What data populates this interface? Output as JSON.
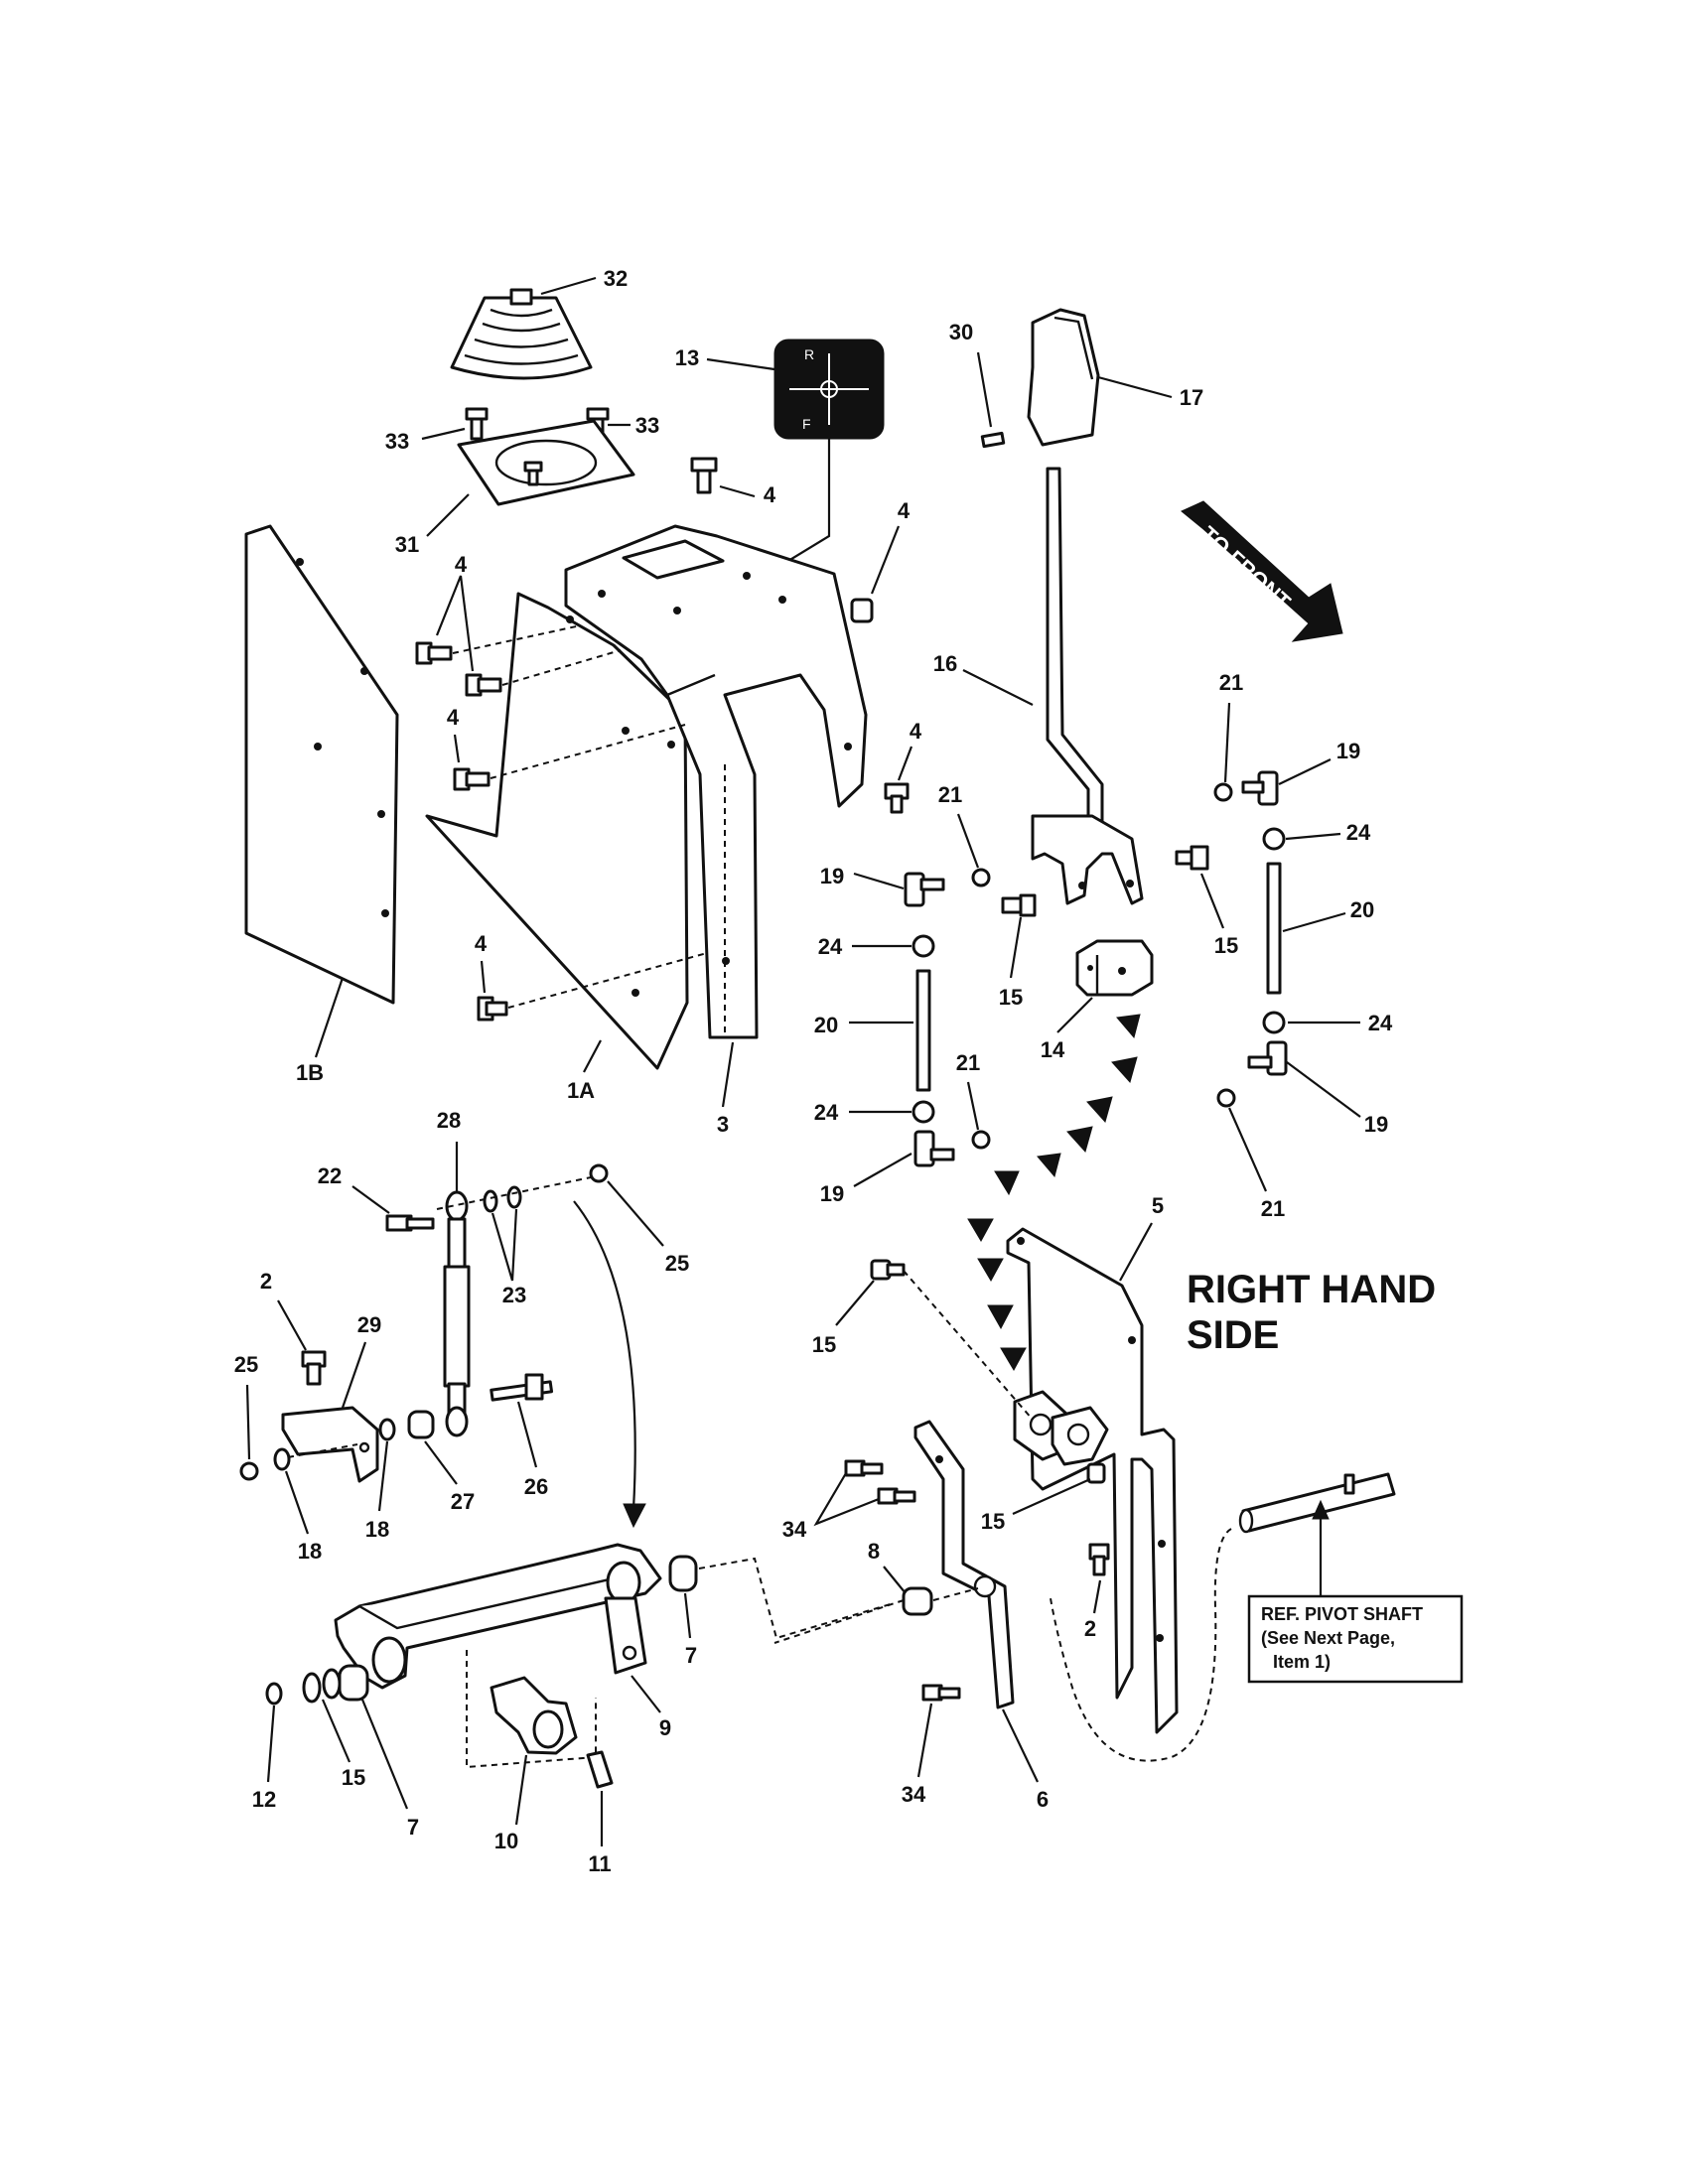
{
  "labels": {
    "l32": "32",
    "l13": "13",
    "l30": "30",
    "l17": "17",
    "l33a": "33",
    "l33b": "33",
    "l31": "31",
    "l4a": "4",
    "l4b": "4",
    "l4c": "4",
    "l4d": "4",
    "l4e": "4",
    "l4f": "4",
    "l16": "16",
    "l21a": "21",
    "l19a": "19",
    "l24a": "24",
    "l20a": "20",
    "l15a": "15",
    "l24b": "24",
    "l19b": "19",
    "l21b": "21",
    "l15b": "15",
    "l24c": "24",
    "l20b": "20",
    "l14": "14",
    "l21c": "21",
    "l24d": "24",
    "l19c": "19",
    "l21d": "21",
    "l1b": "1B",
    "l1a": "1A",
    "l3": "3",
    "l22": "22",
    "l28": "28",
    "l23": "23",
    "l25a": "25",
    "l5": "5",
    "l2a": "2",
    "l29": "29",
    "l25b": "25",
    "l15c": "15",
    "l26": "26",
    "l27": "27",
    "l18a": "18",
    "l18b": "18",
    "l34a": "34",
    "l15d": "15",
    "l8": "8",
    "l7a": "7",
    "l9": "9",
    "l2b": "2",
    "l12": "12",
    "l15e": "15",
    "l7b": "7",
    "l10": "10",
    "l11": "11",
    "l34b": "34",
    "l6": "6"
  },
  "side_label": {
    "line1": "RIGHT HAND",
    "line2": "SIDE"
  },
  "to_front": "TO FRONT",
  "decal": {
    "r": "R",
    "f": "F"
  },
  "ref_box": {
    "line1": "REF. PIVOT SHAFT",
    "line2": "(See Next Page,",
    "line3": "Item 1)"
  }
}
